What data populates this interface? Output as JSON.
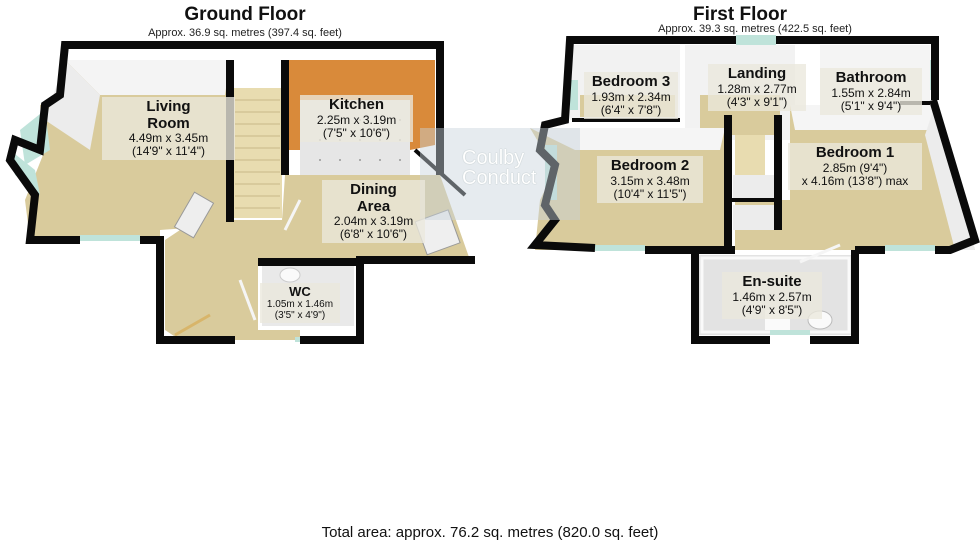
{
  "ground_floor": {
    "title": "Ground Floor",
    "area": "Approx. 36.9 sq. metres (397.4 sq. feet)",
    "rooms": [
      {
        "name": "Living Room",
        "name_line1": "Living",
        "name_line2": "Room",
        "dims_m": "4.49m x 3.45m",
        "dims_ft": "(14'9\" x 11'4\")"
      },
      {
        "name": "Kitchen",
        "dims_m": "2.25m x 3.19m",
        "dims_ft": "(7'5\" x 10'6\")"
      },
      {
        "name": "Dining Area",
        "name_line1": "Dining",
        "name_line2": "Area",
        "dims_m": "2.04m x 3.19m",
        "dims_ft": "(6'8\" x 10'6\")"
      },
      {
        "name": "WC",
        "dims_m": "1.05m x 1.46m",
        "dims_ft": "(3'5\" x 4'9\")"
      }
    ]
  },
  "first_floor": {
    "title": "First Floor",
    "area": "Approx. 39.3 sq. metres (422.5 sq. feet)",
    "rooms": [
      {
        "name": "Bedroom 3",
        "dims_m": "1.93m x 2.34m",
        "dims_ft": "(6'4\" x 7'8\")"
      },
      {
        "name": "Landing",
        "dims_m": "1.28m x 2.77m",
        "dims_ft": "(4'3\" x 9'1\")"
      },
      {
        "name": "Bathroom",
        "dims_m": "1.55m x 2.84m",
        "dims_ft": "(5'1\" x 9'4\")"
      },
      {
        "name": "Bedroom 2",
        "dims_m": "3.15m x 3.48m",
        "dims_ft": "(10'4\" x 11'5\")"
      },
      {
        "name": "Bedroom 1",
        "dims_m": "2.85m (9'4\")",
        "dims_ft": "x 4.16m (13'8\") max"
      },
      {
        "name": "En-suite",
        "dims_m": "1.46m x 2.57m",
        "dims_ft": "(4'9\" x 8'5\")"
      }
    ]
  },
  "watermark": {
    "line1": "Coulby",
    "line2": "Conduct"
  },
  "total_area": "Total area: approx. 76.2 sq. metres (820.0 sq. feet)",
  "colors": {
    "wall": "#0a0a0a",
    "carpet": "#d9cb9c",
    "kitchen_worktop": "#d98a3a",
    "tile_floor": "#e6e6e6",
    "stairs": "#e8dcb0",
    "window_glass": "#bfe3da",
    "interior_wall": "#f3f3f3"
  }
}
